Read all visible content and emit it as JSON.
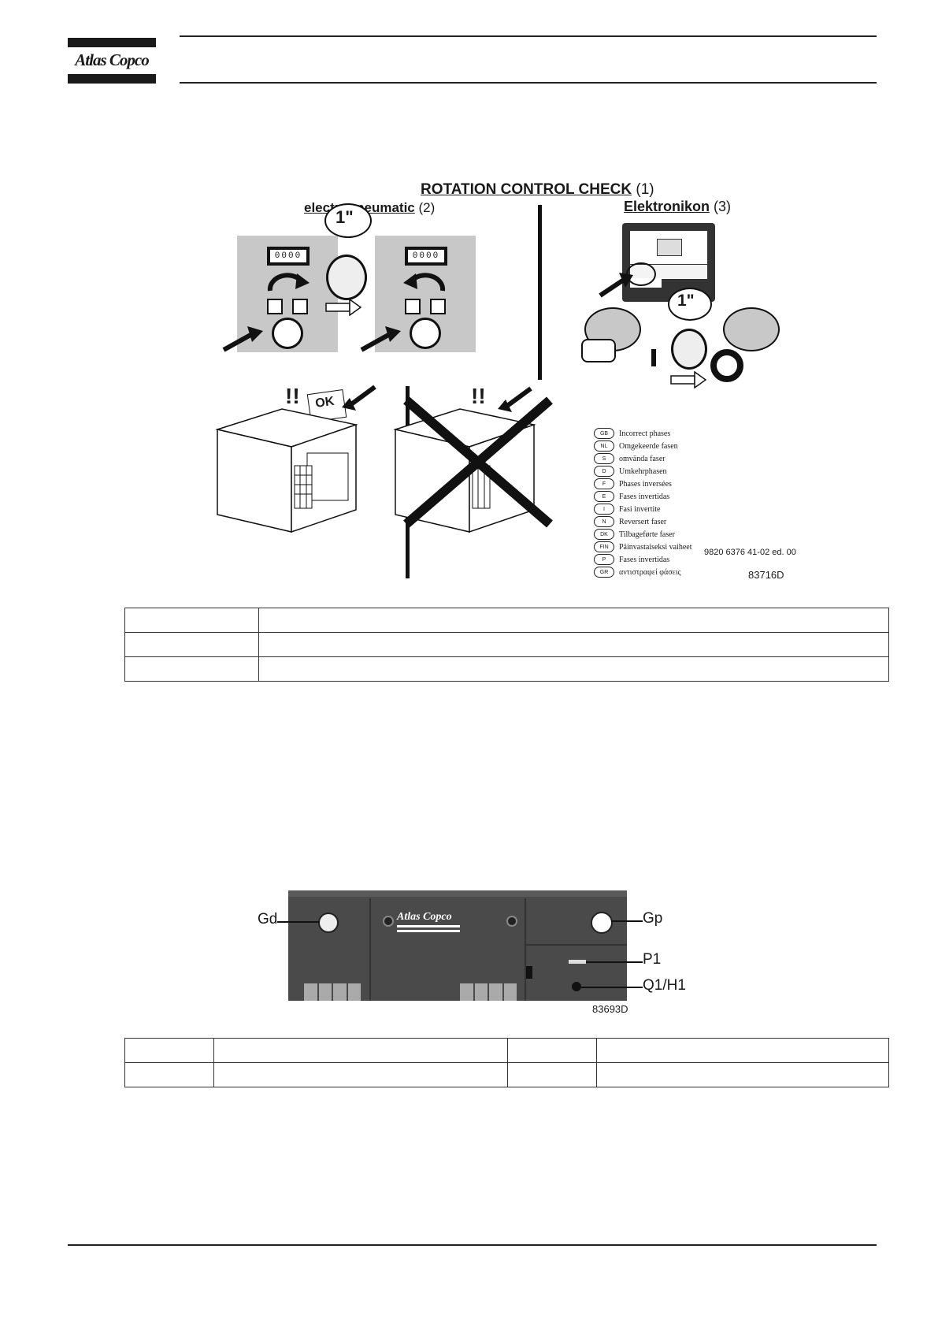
{
  "header": {
    "brand": "Atlas Copco"
  },
  "figure1": {
    "title": "ROTATION CONTROL CHECK",
    "title_ref": "(1)",
    "left_label": "electropneumatic",
    "left_ref": "(2)",
    "right_label": "Elektronikon",
    "right_ref": "(3)",
    "timer_left": "1\"",
    "timer_right": "1\"",
    "counter_left": "0000",
    "counter_right": "0000",
    "ok_sign": "OK",
    "warning_left": "!!",
    "warning_right": "!!",
    "legend": [
      {
        "code": "GB",
        "text": "Incorrect phases"
      },
      {
        "code": "NL",
        "text": "Omgekeerde fasen"
      },
      {
        "code": "S",
        "text": "omvända faser"
      },
      {
        "code": "D",
        "text": "Umkehrphasen"
      },
      {
        "code": "F",
        "text": "Phases inversées"
      },
      {
        "code": "E",
        "text": "Fases invertidas"
      },
      {
        "code": "I",
        "text": "Fasi invertite"
      },
      {
        "code": "N",
        "text": "Reversert faser"
      },
      {
        "code": "DK",
        "text": "Tilbageførte faser"
      },
      {
        "code": "FIN",
        "text": "Päinvastaiseksi vaiheet"
      },
      {
        "code": "P",
        "text": "Fases invertidas"
      },
      {
        "code": "GR",
        "text": "αντιστραφεί φάσεις"
      }
    ],
    "part_number": "9820 6376 41-02 ed. 00",
    "figure_id": "83716D"
  },
  "table1": {
    "rows": [
      [
        "",
        ""
      ],
      [
        "",
        ""
      ],
      [
        "",
        ""
      ]
    ]
  },
  "figure2": {
    "brand": "Atlas Copco",
    "labels": {
      "gd": "Gd",
      "gp": "Gp",
      "p1": "P1",
      "q1h1": "Q1/H1"
    },
    "figure_id": "83693D"
  },
  "table2": {
    "rows": [
      [
        "",
        "",
        "",
        ""
      ],
      [
        "",
        "",
        "",
        ""
      ]
    ]
  }
}
